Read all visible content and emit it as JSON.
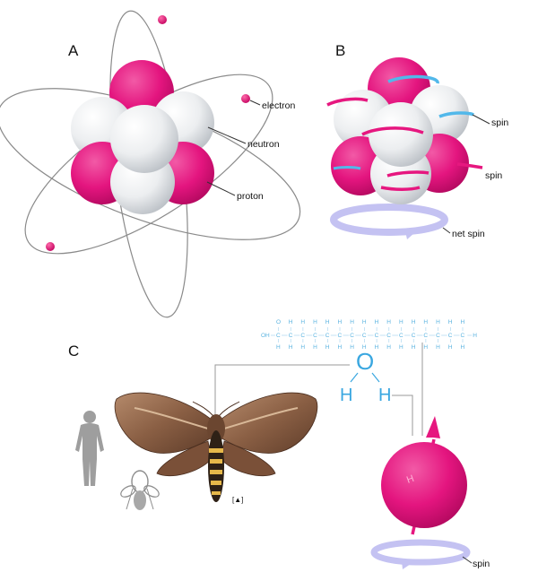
{
  "panels": {
    "a": {
      "letter": "A",
      "labels": {
        "electron": "electron",
        "neutron": "neutron",
        "proton": "proton"
      }
    },
    "b": {
      "letter": "B",
      "labels": {
        "spin_upper": "spin",
        "spin_lower": "spin",
        "net_spin": "net spin"
      }
    },
    "c": {
      "letter": "C",
      "chain_prefix": "OH",
      "chain_carbon": "C",
      "chain_h": "H",
      "chain_end": "H",
      "chain_top_o": "O",
      "water_o": "O",
      "water_h_left": "H",
      "water_h_right": "H",
      "proton_h": "H",
      "spin_label": "spin",
      "moth_scale": "[▲]"
    }
  },
  "colors": {
    "magenta": "#e6177f",
    "sphere_white": "#e9ecef",
    "spin_cyan": "#52b8ea",
    "net_spin_lilac": "#c4c2f2",
    "chem_blue": "#5ab3e0",
    "silhouette_gray": "#9e9e9e"
  },
  "icons": [
    "human-silhouette-icon",
    "fly-icon",
    "moth-icon"
  ]
}
